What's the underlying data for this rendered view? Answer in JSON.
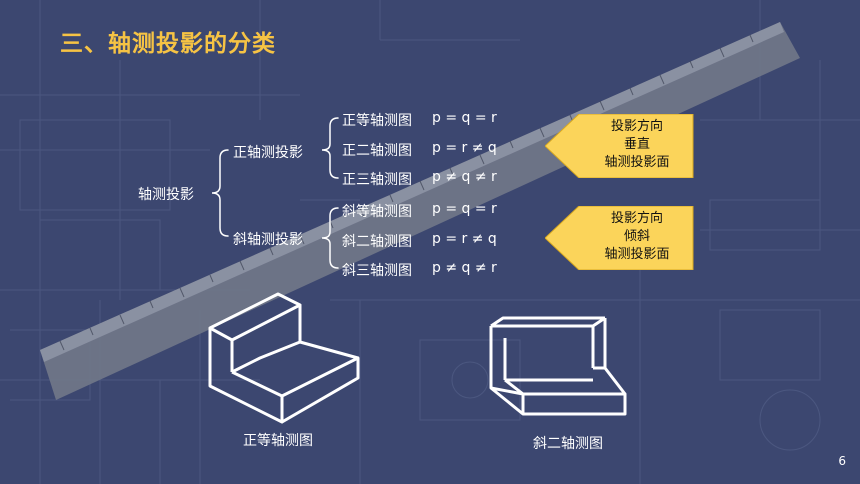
{
  "slide": {
    "title": "三、轴测投影的分类",
    "root_label": "轴测投影",
    "branches": [
      {
        "label": "正轴测投影",
        "items": [
          {
            "name": "正等轴测图",
            "formula": "p = q = r"
          },
          {
            "name": "正二轴测图",
            "formula": "p =  r ≠ q"
          },
          {
            "name": "正三轴测图",
            "formula": "p ≠  q ≠ r"
          }
        ]
      },
      {
        "label": "斜轴测投影",
        "items": [
          {
            "name": "斜等轴测图",
            "formula": "p = q = r"
          },
          {
            "name": "斜二轴测图",
            "formula": "p =  r ≠ q"
          },
          {
            "name": "斜三轴测图",
            "formula": "p ≠  q ≠ r"
          }
        ]
      }
    ],
    "callouts": [
      {
        "line1": "投影方向",
        "line2": "垂直",
        "line3": "轴测投影面"
      },
      {
        "line1": "投影方向",
        "line2": "倾斜",
        "line3": "轴测投影面"
      }
    ],
    "figures": [
      {
        "caption": "正等轴测图"
      },
      {
        "caption": "斜二轴测图"
      }
    ],
    "page_number": "6"
  },
  "colors": {
    "background": "#3d4870",
    "title": "#f6c344",
    "callout_fill": "#fbd45a",
    "text": "#ffffff"
  }
}
